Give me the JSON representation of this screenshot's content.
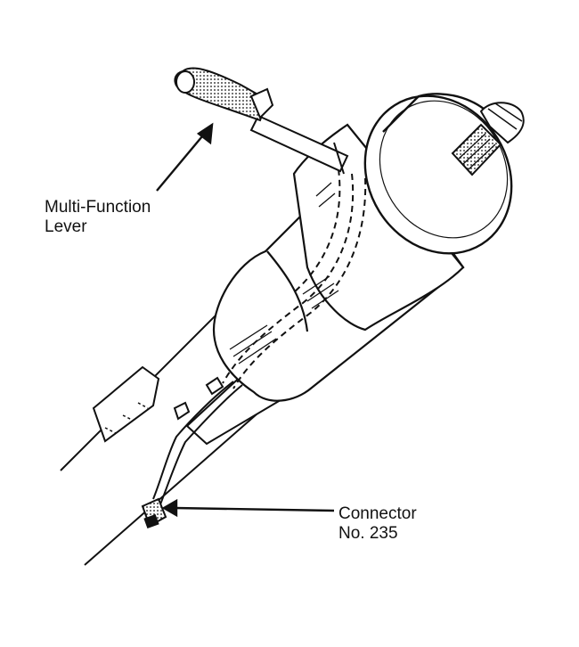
{
  "labels": {
    "multi_function_lever": {
      "line1": "Multi-Function",
      "line2": "Lever"
    },
    "connector": {
      "line1": "Connector",
      "line2": "No. 235"
    }
  },
  "colors": {
    "ink": "#111111",
    "paper": "#ffffff"
  }
}
